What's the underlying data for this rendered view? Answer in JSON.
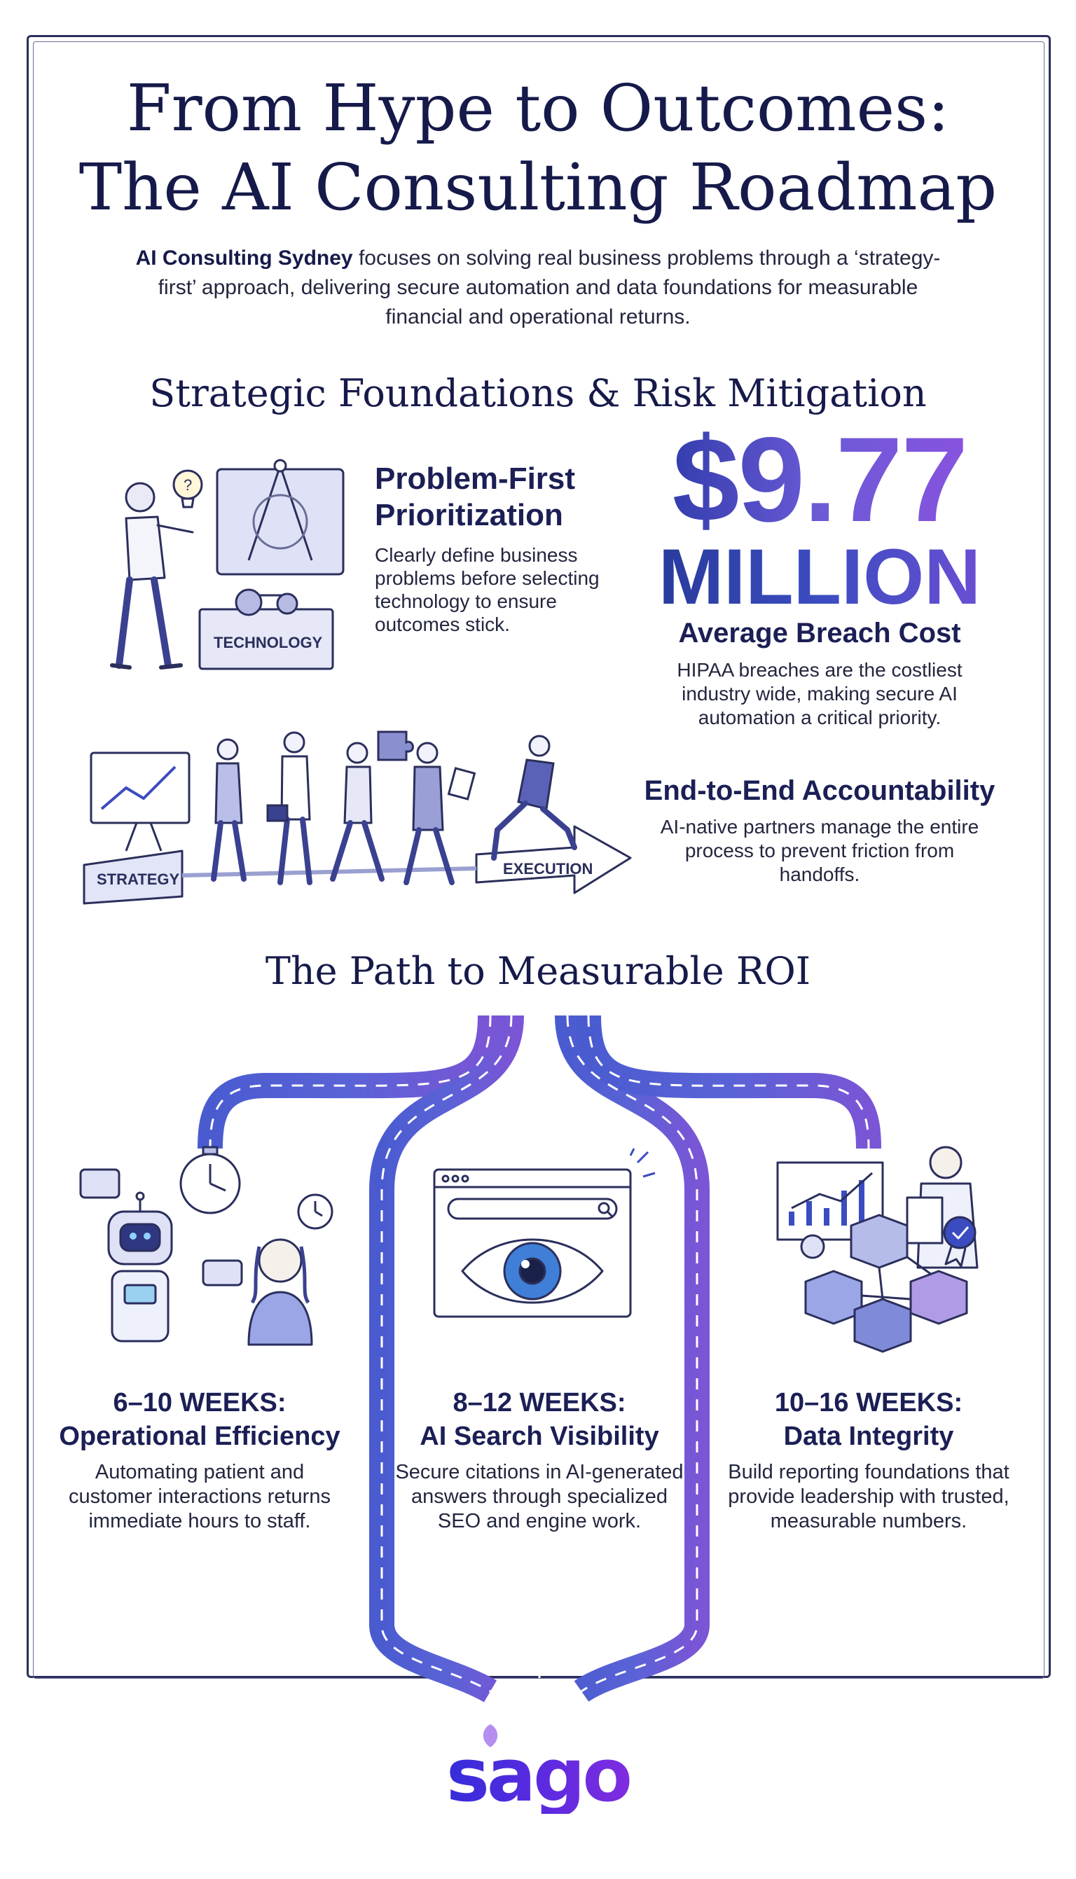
{
  "header": {
    "title_line1": "From Hype to Outcomes:",
    "title_line2": "The AI Consulting Roadmap",
    "intro_bold": "AI Consulting Sydney",
    "intro_rest": " focuses on solving real business problems through a ‘strategy-first’ approach, delivering secure automation and data foundations for measurable financial and operational returns."
  },
  "foundations": {
    "heading": "Strategic Foundations & Risk Mitigation",
    "problem_first": {
      "title_line1": "Problem-First",
      "title_line2": "Prioritization",
      "body": "Clearly define business problems before selecting technology to ensure outcomes stick.",
      "toolbox_label": "TECHNOLOGY"
    },
    "breach": {
      "value": "$9.77",
      "unit": "MILLION",
      "title": "Average Breach Cost",
      "body": "HIPAA breaches are the costliest industry wide, making secure AI automation a critical priority."
    },
    "accountability": {
      "title": "End-to-End Accountability",
      "body": "AI-native partners manage the entire process to prevent friction from handoffs.",
      "strategy_label": "STRATEGY",
      "execution_label": "EXECUTION"
    }
  },
  "roi": {
    "heading": "The Path to Measurable ROI",
    "steps": [
      {
        "title_line1": "6–10 WEEKS:",
        "title_line2": "Operational Efficiency",
        "body": "Automating patient and customer interactions returns immediate hours to staff."
      },
      {
        "title_line1": "8–12 WEEKS:",
        "title_line2": "AI Search Visibility",
        "body": "Secure citations in AI-generated answers through specialized SEO and engine work."
      },
      {
        "title_line1": "10–16 WEEKS:",
        "title_line2": "Data Integrity",
        "body": "Build reporting foundations that provide leadership with trusted, measurable numbers."
      }
    ]
  },
  "footer": {
    "logo_text": "sago"
  },
  "colors": {
    "navy": "#161a4a",
    "blue": "#3b4cc0",
    "purple": "#8c52e0",
    "road_blue": "#4a5bd0",
    "road_purple": "#7a55d6"
  },
  "icons": [
    "lightbulb-icon",
    "compass-icon",
    "toolbox-icon",
    "chart-board-icon",
    "puzzle-icon",
    "stopwatch-icon",
    "robot-icon",
    "eye-icon",
    "search-icon",
    "cube-network-icon",
    "badge-icon"
  ]
}
